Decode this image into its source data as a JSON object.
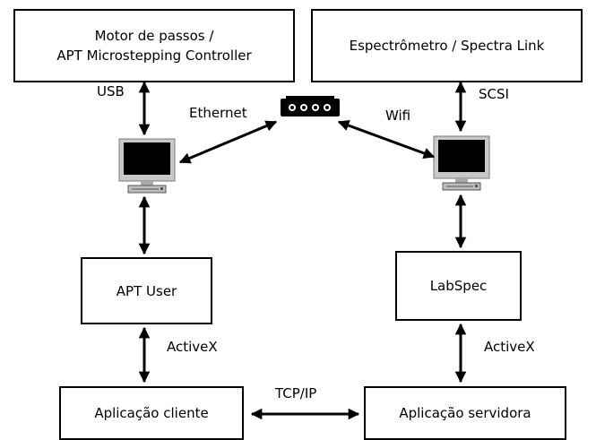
{
  "boxes": {
    "motor": {
      "line1": "Motor de passos /",
      "line2": "APT Microstepping Controller"
    },
    "spectrometer": {
      "label": "Espectrômetro / Spectra Link"
    },
    "apt_user": {
      "label": "APT User"
    },
    "labspec": {
      "label": "LabSpec"
    },
    "client_app": {
      "label": "Aplicação cliente"
    },
    "server_app": {
      "label": "Aplicação servidora"
    }
  },
  "connections": {
    "usb": "USB",
    "ethernet": "Ethernet",
    "wifi": "Wifi",
    "scsi": "SCSI",
    "activex_left": "ActiveX",
    "activex_right": "ActiveX",
    "tcpip": "TCP/IP"
  },
  "icons": {
    "left_computer": "computer-monitor-icon",
    "right_computer": "computer-monitor-icon",
    "router": "network-switch-icon"
  },
  "colors": {
    "stroke": "#000000",
    "background": "#ffffff",
    "screen": "#000000",
    "monitor_frame": "#c8c8c8"
  }
}
